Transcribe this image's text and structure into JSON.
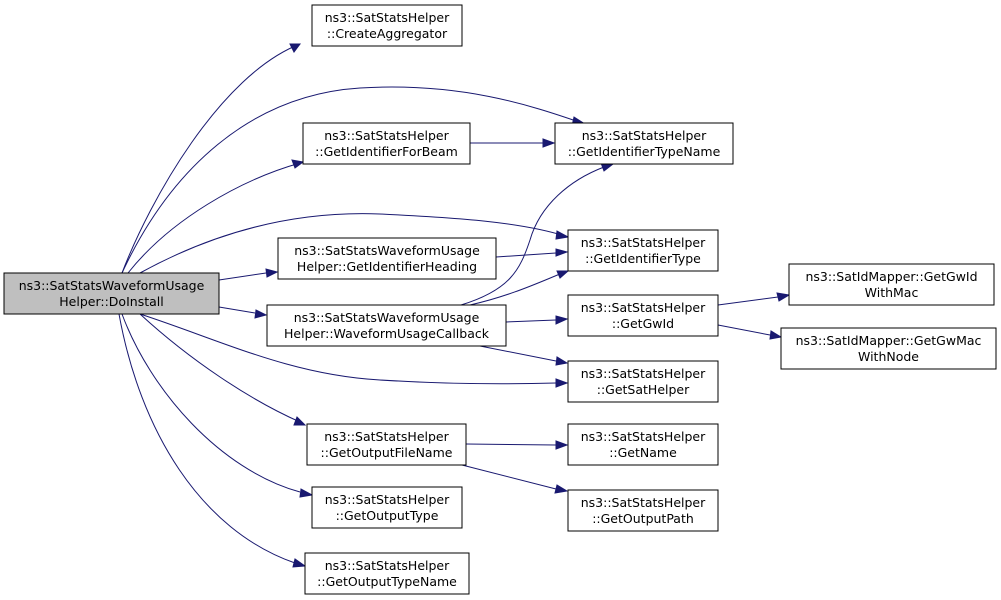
{
  "graph": {
    "root": "doinstall",
    "nodes": {
      "doinstall": {
        "line1": "ns3::SatStatsWaveformUsage",
        "line2": "Helper::DoInstall",
        "highlighted": true
      },
      "create_aggregator": {
        "line1": "ns3::SatStatsHelper",
        "line2": "::CreateAggregator"
      },
      "get_identifier_for_beam": {
        "line1": "ns3::SatStatsHelper",
        "line2": "::GetIdentifierForBeam"
      },
      "get_identifier_type_name": {
        "line1": "ns3::SatStatsHelper",
        "line2": "::GetIdentifierTypeName"
      },
      "get_identifier_heading": {
        "line1": "ns3::SatStatsWaveformUsage",
        "line2": "Helper::GetIdentifierHeading"
      },
      "get_identifier_type": {
        "line1": "ns3::SatStatsHelper",
        "line2": "::GetIdentifierType"
      },
      "waveform_usage_callback": {
        "line1": "ns3::SatStatsWaveformUsage",
        "line2": "Helper::WaveformUsageCallback"
      },
      "get_gw_id": {
        "line1": "ns3::SatStatsHelper",
        "line2": "::GetGwId"
      },
      "get_gw_id_with_mac": {
        "line1": "ns3::SatIdMapper::GetGwId",
        "line2": "WithMac"
      },
      "get_gw_mac_with_node": {
        "line1": "ns3::SatIdMapper::GetGwMac",
        "line2": "WithNode"
      },
      "get_sat_helper": {
        "line1": "ns3::SatStatsHelper",
        "line2": "::GetSatHelper"
      },
      "get_output_file_name": {
        "line1": "ns3::SatStatsHelper",
        "line2": "::GetOutputFileName"
      },
      "get_name": {
        "line1": "ns3::SatStatsHelper",
        "line2": "::GetName"
      },
      "get_output_type": {
        "line1": "ns3::SatStatsHelper",
        "line2": "::GetOutputType"
      },
      "get_output_path": {
        "line1": "ns3::SatStatsHelper",
        "line2": "::GetOutputPath"
      },
      "get_output_type_name": {
        "line1": "ns3::SatStatsHelper",
        "line2": "::GetOutputTypeName"
      }
    },
    "edges": [
      {
        "from": "doinstall",
        "to": "create_aggregator"
      },
      {
        "from": "doinstall",
        "to": "get_identifier_type_name"
      },
      {
        "from": "doinstall",
        "to": "get_identifier_for_beam"
      },
      {
        "from": "doinstall",
        "to": "get_identifier_type"
      },
      {
        "from": "doinstall",
        "to": "get_identifier_heading"
      },
      {
        "from": "doinstall",
        "to": "waveform_usage_callback"
      },
      {
        "from": "doinstall",
        "to": "get_sat_helper"
      },
      {
        "from": "doinstall",
        "to": "get_output_file_name"
      },
      {
        "from": "doinstall",
        "to": "get_output_type"
      },
      {
        "from": "doinstall",
        "to": "get_output_type_name"
      },
      {
        "from": "get_identifier_for_beam",
        "to": "get_identifier_type_name"
      },
      {
        "from": "get_identifier_heading",
        "to": "get_identifier_type"
      },
      {
        "from": "waveform_usage_callback",
        "to": "get_identifier_type_name"
      },
      {
        "from": "waveform_usage_callback",
        "to": "get_identifier_type"
      },
      {
        "from": "waveform_usage_callback",
        "to": "get_gw_id"
      },
      {
        "from": "waveform_usage_callback",
        "to": "get_sat_helper"
      },
      {
        "from": "get_gw_id",
        "to": "get_gw_id_with_mac"
      },
      {
        "from": "get_gw_id",
        "to": "get_gw_mac_with_node"
      },
      {
        "from": "get_output_file_name",
        "to": "get_name"
      },
      {
        "from": "get_output_file_name",
        "to": "get_output_path"
      }
    ],
    "colors": {
      "edge": "#191970",
      "node_border": "#000000",
      "node_fill": "#ffffff",
      "root_fill": "#bfbfbf"
    }
  }
}
